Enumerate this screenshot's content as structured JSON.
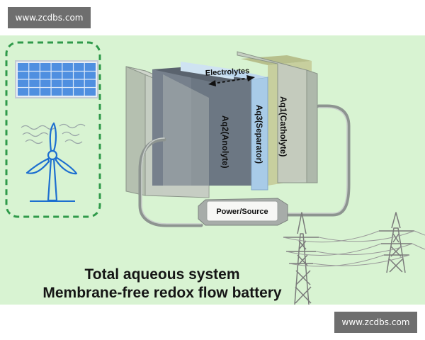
{
  "watermark": {
    "top": "www.zcdbs.com",
    "bottom": "www.zcdbs.com"
  },
  "cell": {
    "electrolytes_label": "Electrolytes",
    "anolyte_label": "Aq2(Anolyte)",
    "separator_label": "Aq3(Separator)",
    "catholyte_label": "Aq1(Catholyte)",
    "power_label": "Power/Source"
  },
  "caption": {
    "line1": "Total aqueous system",
    "line2": "Membrane-free redox flow battery"
  },
  "icons": [
    "solar-panel-icon",
    "wind-turbine-icon",
    "transmission-tower-icon",
    "double-arrow-icon"
  ],
  "colors": {
    "background": "#d8f3d2",
    "dashed_border": "#2f9a4a",
    "solar": "#4f8fe0",
    "turbine": "#1d6fd0",
    "separator": "#a8cbe8",
    "catholyte": "#c7cf9e"
  }
}
